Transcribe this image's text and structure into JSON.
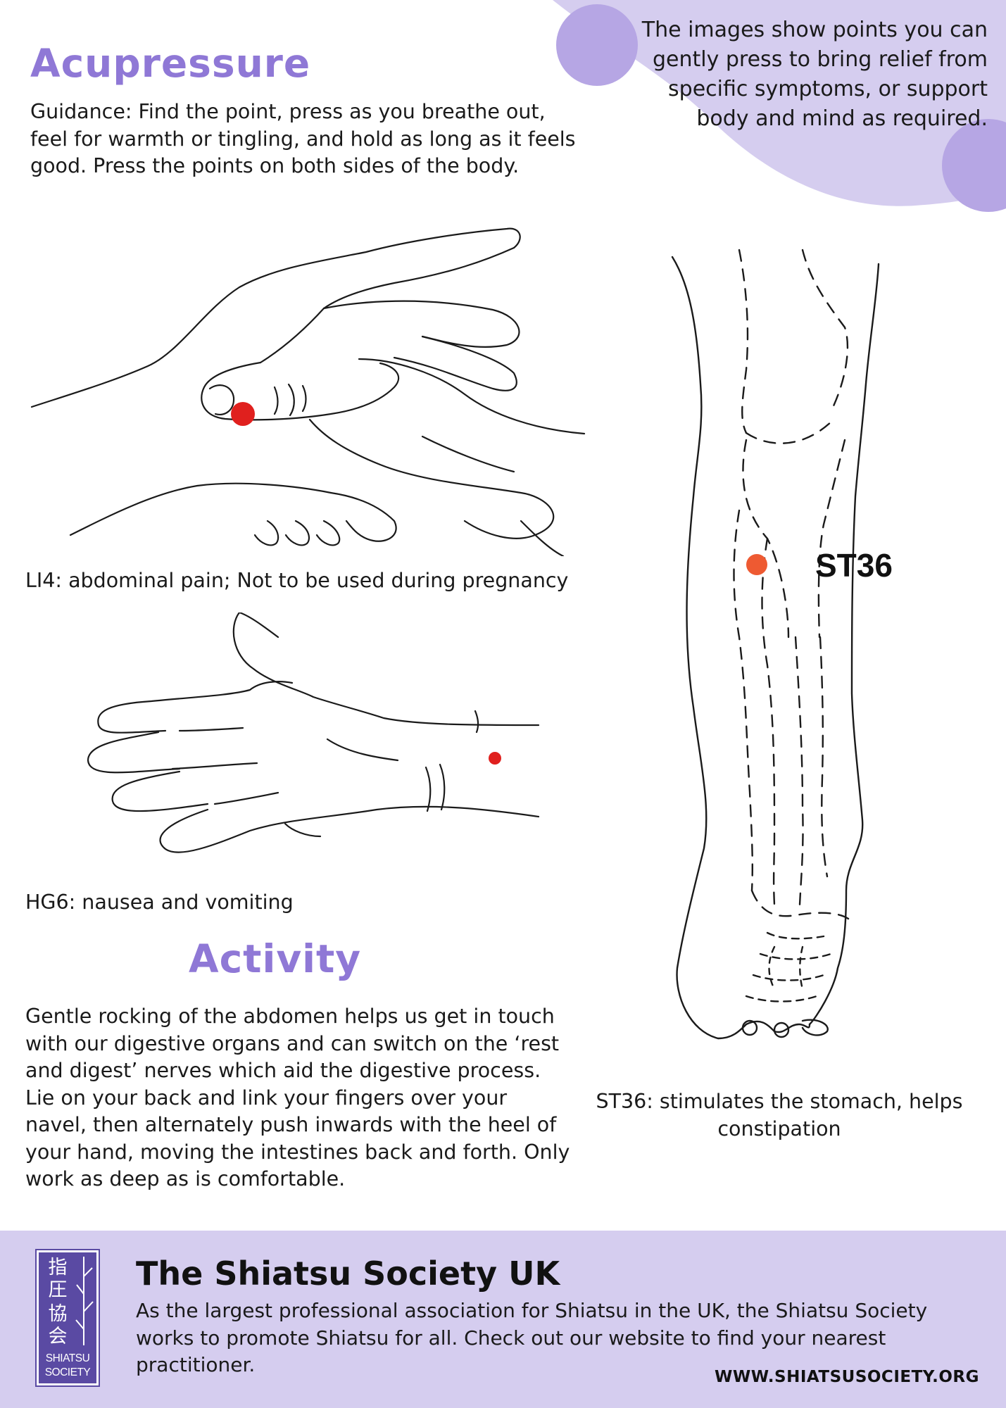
{
  "header": {
    "title": "Acupressure",
    "guidance": "Guidance: Find the point, press as you breathe out, feel for warmth or tingling, and hold as long as it feels good. Press the points on both sides of the body.",
    "intro": "The images show points you can gently press to bring relief from specific symptoms, or support body and mind as required."
  },
  "points": {
    "li4_caption": "LI4: abdominal pain; Not to be used during pregnancy",
    "hg6_caption": "HG6: nausea and vomiting",
    "st36_label": "ST36",
    "st36_caption": "ST36: stimulates the stomach, helps constipation"
  },
  "activity": {
    "title": "Activity",
    "text": "Gentle rocking of the abdomen helps us get in touch with our digestive organs and can switch on the ‘rest and digest’ nerves which aid the digestive process. Lie on your back and link your fingers over your navel, then alternately push inwards with the heel of your hand, moving the intestines back and forth. Only work as deep as is comfortable."
  },
  "footer": {
    "logo_kanji_1": "指圧",
    "logo_kanji_2": "協会",
    "logo_word_1": "SHIATSU",
    "logo_word_2": "SOCIETY",
    "title": "The Shiatsu Society UK",
    "text": "As the largest professional association for Shiatsu in the UK, the Shiatsu Society works to promote Shiatsu for all. Check out our website to find your nearest practitioner.",
    "url": "WWW.SHIATSUSOCIETY.ORG"
  },
  "colors": {
    "accent": "#8f78d6",
    "decor_light": "#d5cdef",
    "decor_mid": "#b6a6e4",
    "point_red": "#e0201e",
    "point_orange": "#ee5a32",
    "logo": "#5a4aa3"
  },
  "icons": {
    "hand1": "hand-pinch-illustration",
    "hand2": "palm-wrist-illustration",
    "leg": "lower-leg-illustration",
    "logo": "shiatsu-society-logo"
  }
}
